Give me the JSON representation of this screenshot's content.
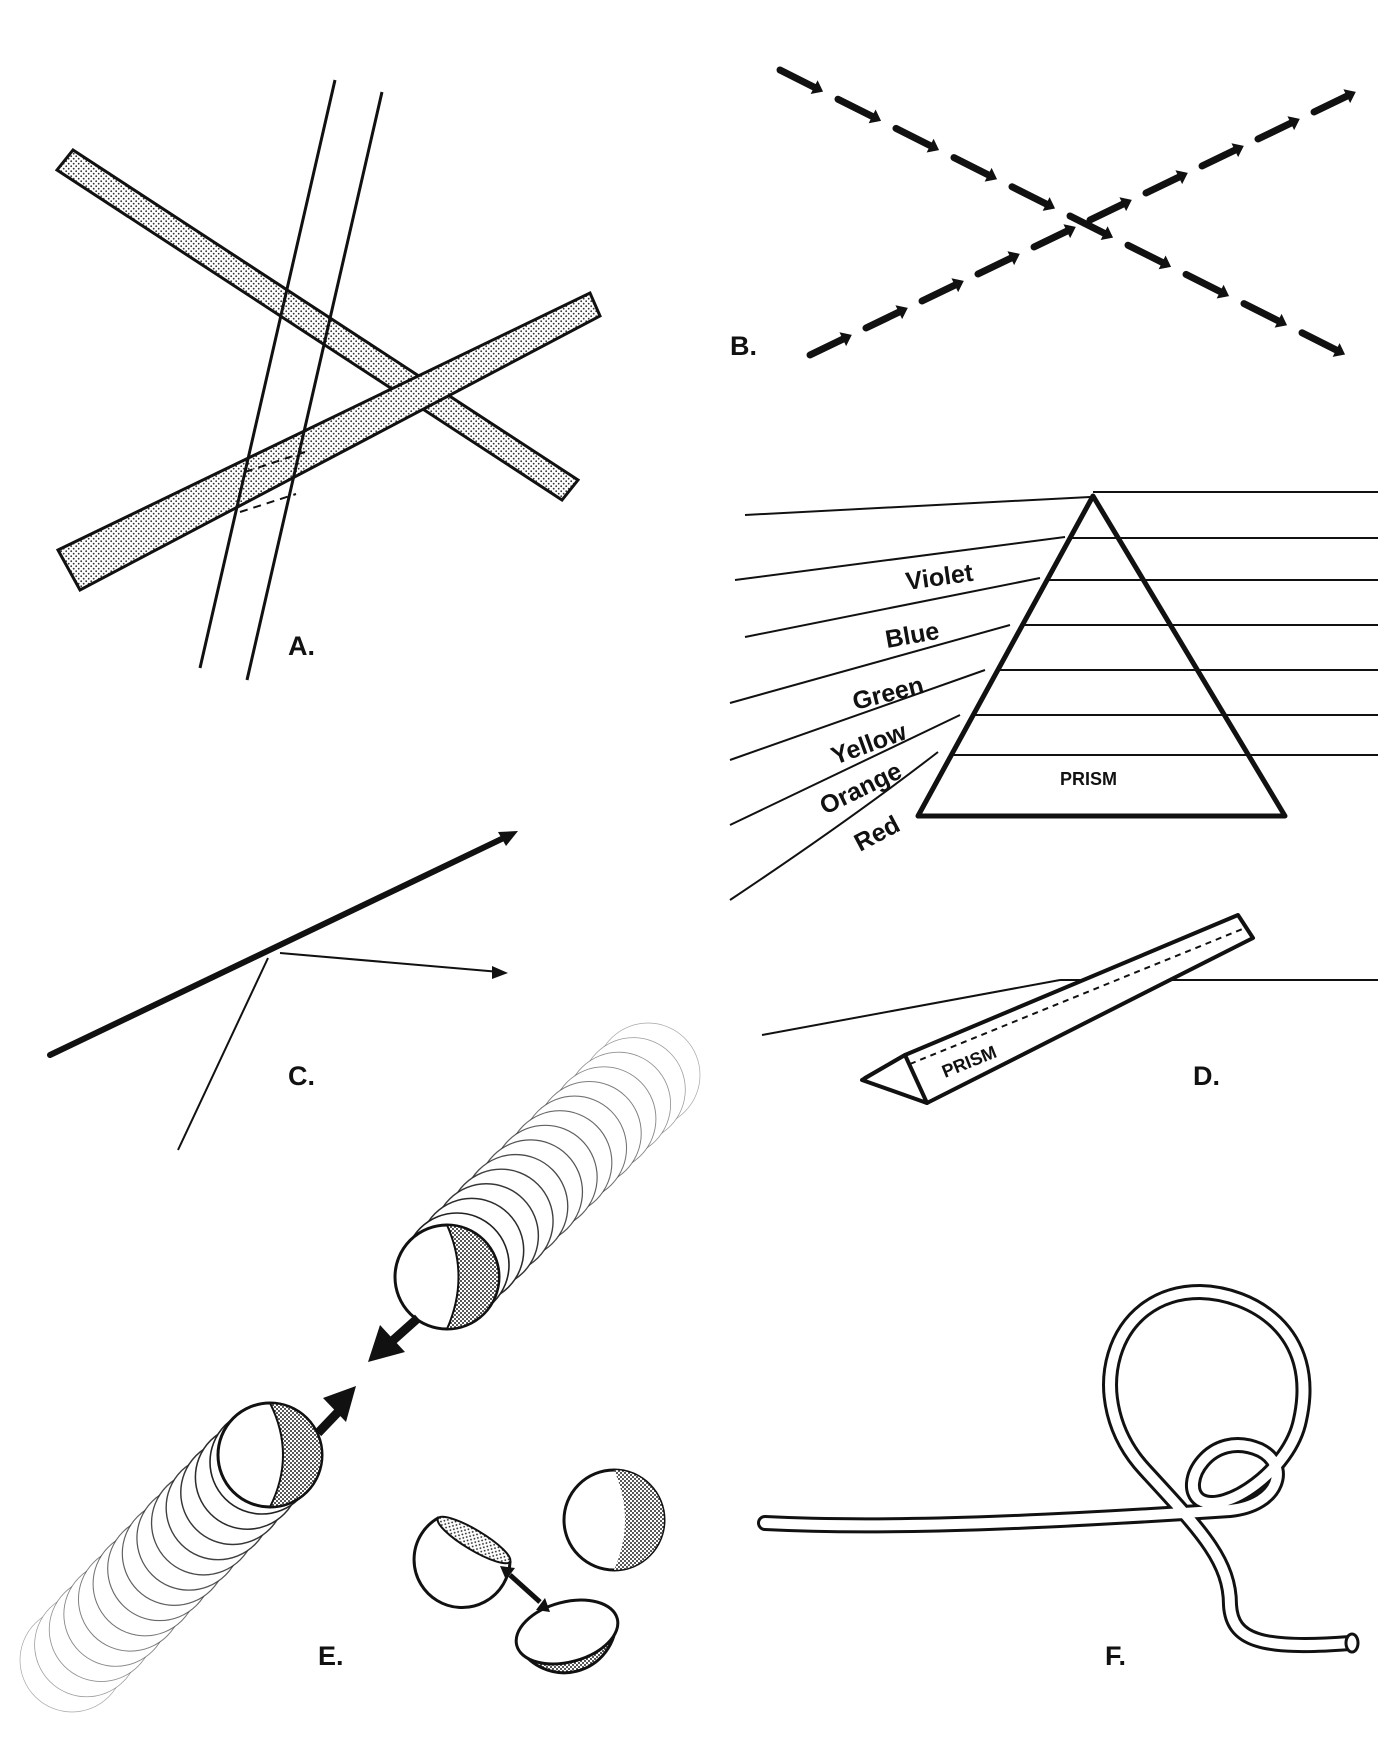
{
  "panels": {
    "a": {
      "label": "A."
    },
    "b": {
      "label": "B."
    },
    "c": {
      "label": "C."
    },
    "d": {
      "label": "D.",
      "spectrum": [
        "Violet",
        "Blue",
        "Green",
        "Yellow",
        "Orange",
        "Red"
      ],
      "prism_label": "PRISM",
      "prism3d_label": "PRISM"
    },
    "e": {
      "label": "E."
    },
    "f": {
      "label": "F."
    }
  }
}
